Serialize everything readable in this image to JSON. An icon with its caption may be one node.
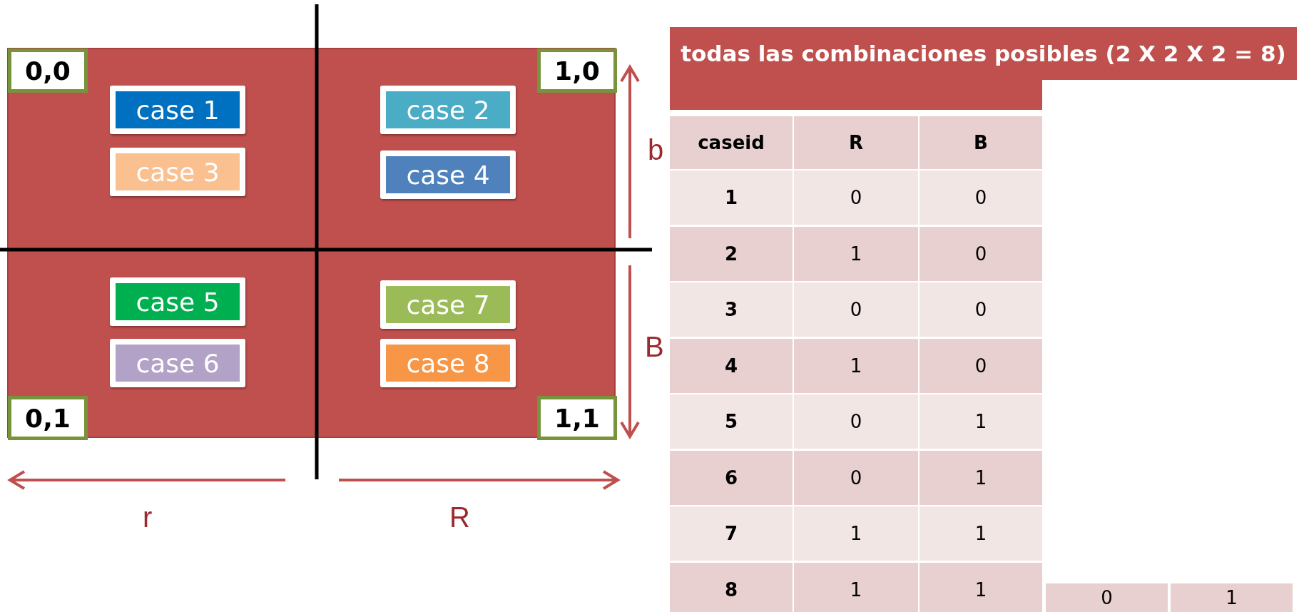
{
  "diagram": {
    "nodes": [
      {
        "text": [],
        "shape": "box"
      },
      {
        "text": [
          "0,0"
        ],
        "in": 0
      },
      {
        "text": [
          "1,0"
        ],
        "in": 0
      },
      {
        "text": [
          "case 1"
        ],
        "in": 0
      },
      {
        "text": [
          "case 2"
        ],
        "in": 0
      },
      {
        "text": [
          "case 3"
        ],
        "in": 0
      },
      {
        "text": [
          "case 4"
        ],
        "in": 0
      },
      {
        "text": [
          "case 5"
        ],
        "in": 0
      },
      {
        "text": [
          "case 7"
        ],
        "in": 0
      },
      {
        "text": [
          "case 6"
        ],
        "in": 0
      },
      {
        "text": [
          "case 8"
        ],
        "in": 0
      },
      {
        "text": [
          "0,1"
        ],
        "in": 0
      },
      {
        "text": [
          "1,1"
        ],
        "in": 0
      }
    ],
    "labels": [
      "todas las combinaciones posibles (2 X 2 X 2 = 8)",
      "b",
      "B",
      "r",
      "R",
      "caseid",
      "R",
      "B",
      "1",
      "0",
      "0",
      "2",
      "1",
      "0",
      "3",
      "0",
      "0",
      "4",
      "1",
      "0",
      "5",
      "0",
      "1",
      "6",
      "0",
      "1",
      "7",
      "1",
      "1",
      "8",
      "1",
      "1",
      "0",
      "1"
    ]
  }
}
